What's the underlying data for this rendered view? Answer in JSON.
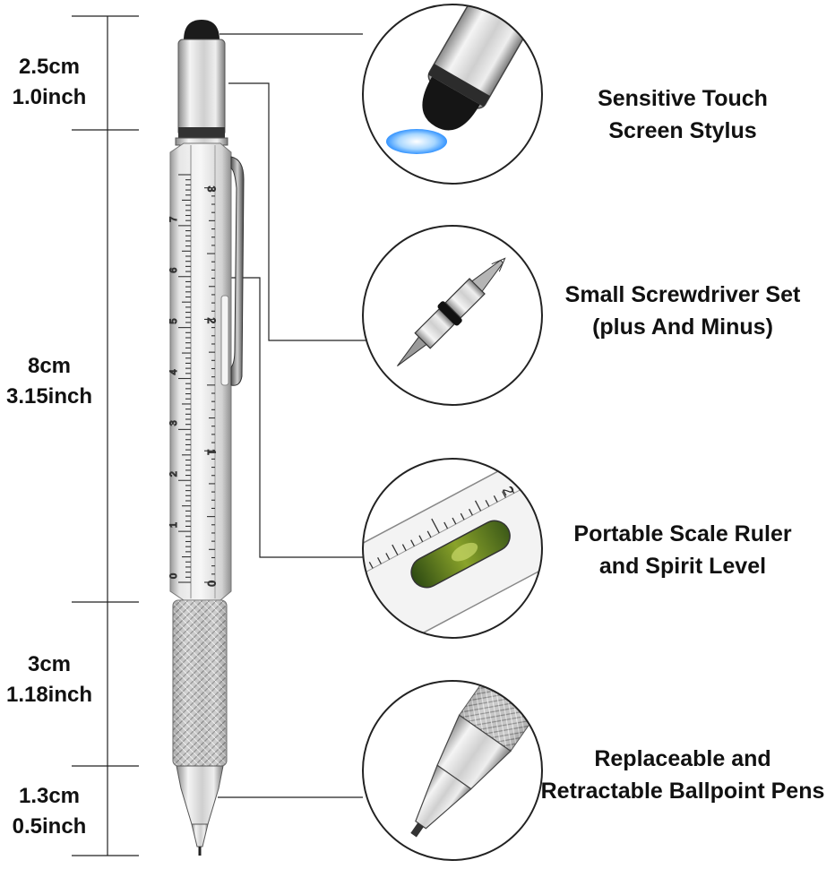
{
  "dimensions": [
    {
      "cm": "2.5cm",
      "inch": "1.0inch"
    },
    {
      "cm": "8cm",
      "inch": "3.15inch"
    },
    {
      "cm": "3cm",
      "inch": "1.18inch"
    },
    {
      "cm": "1.3cm",
      "inch": "0.5inch"
    }
  ],
  "features": [
    {
      "line1": "Sensitive Touch",
      "line2": "Screen Stylus",
      "icon": "stylus-tip-icon"
    },
    {
      "line1": "Small Screwdriver Set",
      "line2": "(plus And Minus)",
      "icon": "screwdriver-bit-icon"
    },
    {
      "line1": "Portable Scale Ruler",
      "line2": "and Spirit Level",
      "icon": "ruler-level-icon"
    },
    {
      "line1": "Replaceable and",
      "line2": "Retractable Ballpoint Pens",
      "icon": "ballpoint-tip-icon"
    }
  ],
  "ruler": {
    "cm_marks": [
      "0",
      "1",
      "2",
      "3",
      "4",
      "5",
      "6",
      "7"
    ],
    "inch_marks": [
      "0",
      "1",
      "2",
      "3"
    ],
    "detail_mark": "2"
  },
  "colors": {
    "metal": "#c9c9c9",
    "dark": "#1a1a1a",
    "bubble": "#4a7a2a"
  }
}
